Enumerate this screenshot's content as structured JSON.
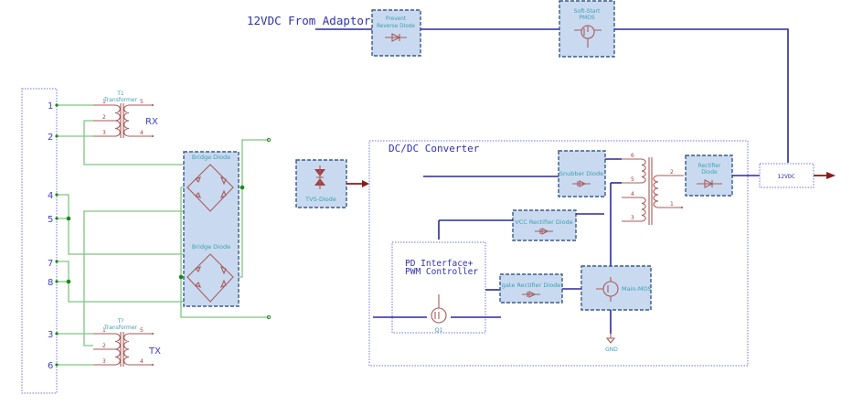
{
  "diagram": {
    "input_label": "12VDC From Adaptor",
    "output_label": "12VDC",
    "connector": {
      "pins": [
        "1",
        "2",
        "4",
        "5",
        "7",
        "8",
        "3",
        "6"
      ]
    },
    "transformer_rx": {
      "ref": "T1",
      "name": "Transformer",
      "side_label": "RX",
      "pins": [
        "1",
        "2",
        "3",
        "5",
        "4"
      ]
    },
    "transformer_tx": {
      "ref": "T?",
      "name": "Transformer",
      "side_label": "TX",
      "pins": [
        "1",
        "2",
        "3",
        "5",
        "4"
      ]
    },
    "bridge_top": {
      "label": "Bridge Diode"
    },
    "bridge_bottom": {
      "label": "Bridge Diode"
    },
    "prevent_reverse": {
      "line1": "Prevent",
      "line2": "Reverse Diode"
    },
    "soft_start": {
      "line1": "Soft-Start",
      "line2": "PMOS"
    },
    "tvs": {
      "label": "TVS-Diode"
    },
    "dcdc": {
      "title": "DC/DC Converter",
      "snubber": {
        "label": "Snubber Diode"
      },
      "vcc_rectifier": {
        "label": "VCC Rectifier Diode"
      },
      "rectifier": {
        "line1": "Rectifier",
        "line2": "Diode"
      },
      "gate_rectifier": {
        "label": "gate Rectifier Diode"
      },
      "main_mos": {
        "label": "Main-MOS"
      },
      "pd_controller": {
        "line1": "PD Interface+",
        "line2": "PWM Controller",
        "q_ref": "Q1"
      },
      "gnd_label": "GND",
      "flyback_pins": [
        "6",
        "5",
        "4",
        "3",
        "2",
        "1"
      ]
    }
  }
}
